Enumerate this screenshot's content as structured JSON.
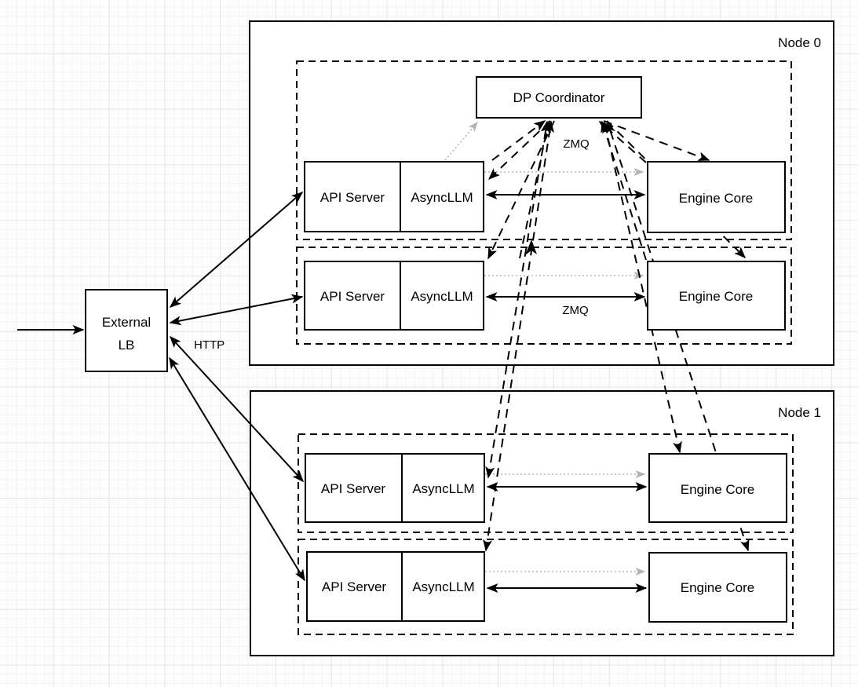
{
  "diagram": {
    "external_lb": {
      "line1": "External",
      "line2": "LB"
    },
    "coordinator": {
      "label": "DP Coordinator"
    },
    "labels": {
      "http": "HTTP",
      "zmq_coordinator": "ZMQ",
      "zmq_engine": "ZMQ"
    },
    "nodes": [
      {
        "label": "Node 0",
        "rows": [
          {
            "api_server": "API Server",
            "async_llm": "AsyncLLM",
            "engine_core": "Engine Core"
          },
          {
            "api_server": "API Server",
            "async_llm": "AsyncLLM",
            "engine_core": "Engine Core"
          }
        ]
      },
      {
        "label": "Node 1",
        "rows": [
          {
            "api_server": "API Server",
            "async_llm": "AsyncLLM",
            "engine_core": "Engine Core"
          },
          {
            "api_server": "API Server",
            "async_llm": "AsyncLLM",
            "engine_core": "Engine Core"
          }
        ]
      }
    ],
    "colors": {
      "stroke": "#000000",
      "gray_arrow": "#b3b3b3",
      "box_fill": "#ffffff",
      "grid_minor": "#f3f3f3",
      "grid_major": "#e6e6e6"
    }
  }
}
